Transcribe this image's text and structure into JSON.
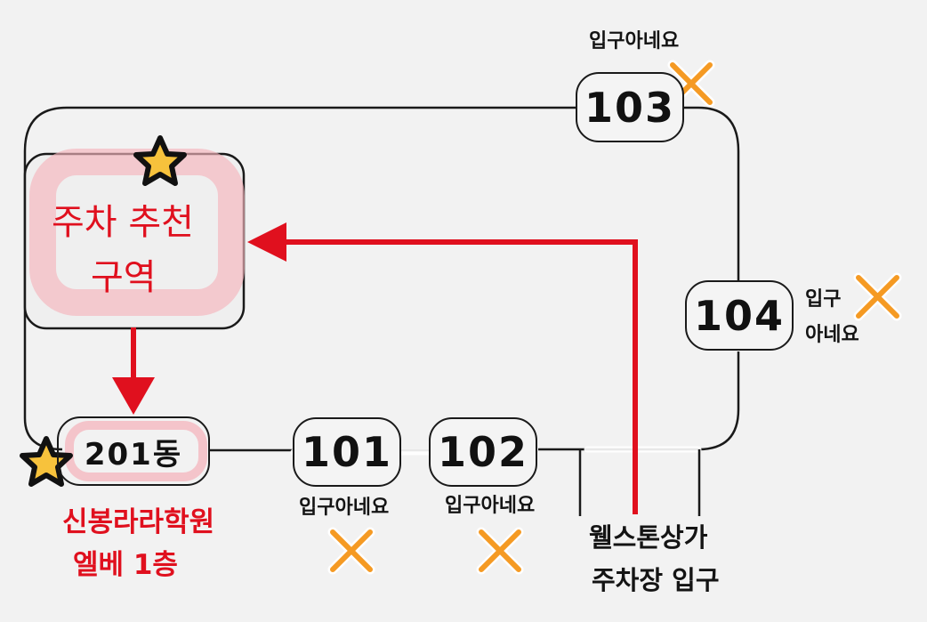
{
  "colors": {
    "background": "#f2f2f2",
    "line": "#1a1a1a",
    "route_red": "#e0101e",
    "highlight_pink": "#f4b4bc",
    "cross_orange": "#f59a23",
    "star_yellow": "#f7c23c"
  },
  "buildings": {
    "b101": {
      "label": "101"
    },
    "b102": {
      "label": "102"
    },
    "b103": {
      "label": "103"
    },
    "b104": {
      "label": "104"
    },
    "b201": {
      "label": "201동"
    }
  },
  "notes": {
    "no_entry_103": "입구아네요",
    "no_entry_104_line1": "입구",
    "no_entry_104_line2": "아네요",
    "no_entry_101": "입구아네요",
    "no_entry_102": "입구아네요"
  },
  "parking_zone": {
    "line1": "주차 추천",
    "line2": "구역"
  },
  "academy": {
    "line1": "신봉라라학원",
    "line2": "엘베 1층"
  },
  "entrance": {
    "line1": "웰스톤상가",
    "line2": "주차장 입구"
  },
  "icons": [
    "star-icon",
    "cross-icon",
    "arrow-icon"
  ]
}
